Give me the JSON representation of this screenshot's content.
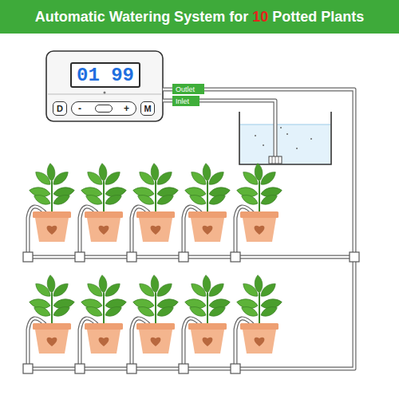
{
  "diagram": {
    "title": "Automatic Watering System for 10 Potted Plants",
    "nodes": [
      {
        "text": [
          "01 99"
        ]
      },
      {
        "text": [
          "D"
        ]
      },
      {
        "text": [
          "-",
          "+"
        ]
      },
      {
        "text": [
          "M"
        ]
      },
      {
        "text": [
          "Outlet"
        ]
      },
      {
        "text": [
          "Inlet"
        ]
      }
    ]
  }
}
